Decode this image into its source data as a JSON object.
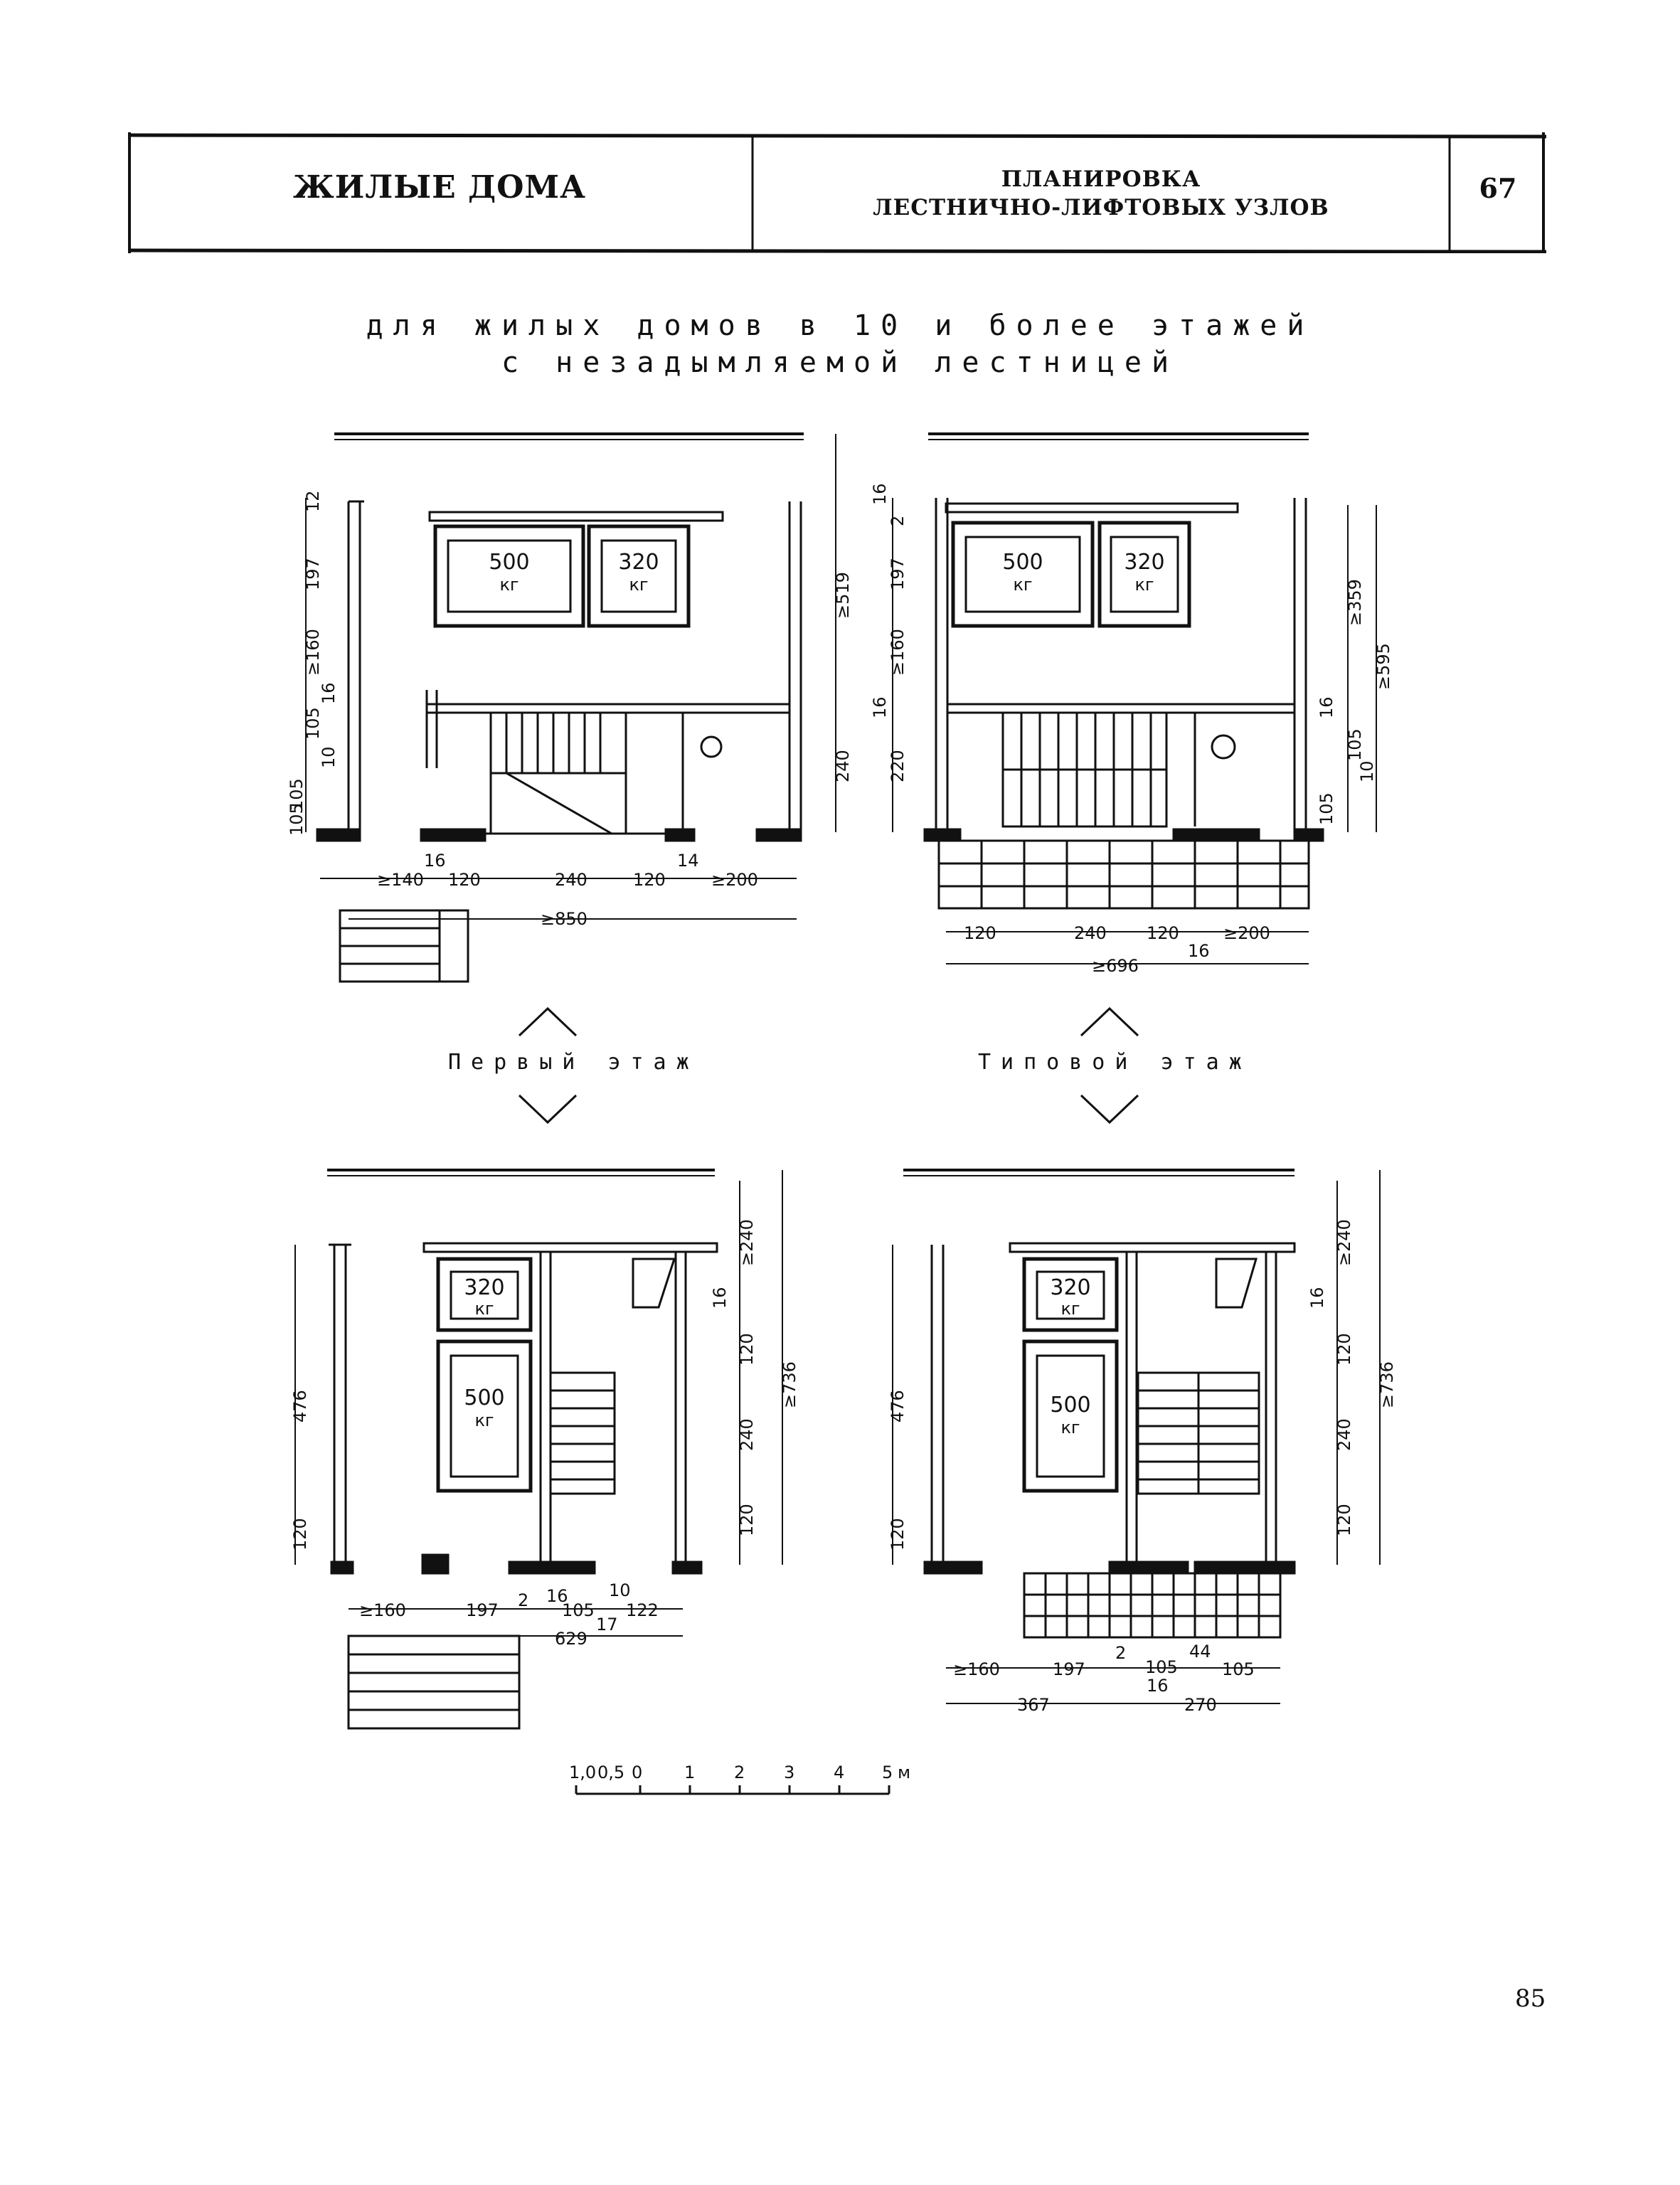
{
  "header": {
    "section": "ЖИЛЫЕ ДОМА",
    "title_line1": "ПЛАНИРОВКА",
    "title_line2": "ЛЕСТНИЧНО-ЛИФТОВЫХ УЗЛОВ",
    "table_number": "67"
  },
  "subtitle": {
    "line1": "для жилых домов в 10 и более этажей",
    "line2": "с незадымляемой лестницей"
  },
  "labels": {
    "first_floor": "Первый этаж",
    "typical_floor": "Типовой этаж"
  },
  "lifts": {
    "big": "500",
    "small": "320",
    "unit": "кг"
  },
  "plan_a": {
    "dims_bottom_1": [
      "≥140",
      "120",
      "240",
      "120",
      "≥200"
    ],
    "dims_bottom_small": [
      "16",
      "14"
    ],
    "dims_bottom_total": "≥850",
    "dims_left": [
      "12",
      "197",
      "≥160",
      "16",
      "105",
      "105",
      "10",
      "105"
    ],
    "dims_right": [
      "≥519",
      "240"
    ]
  },
  "plan_b": {
    "dims_bottom_1": [
      "120",
      "240",
      "120",
      "≥200"
    ],
    "dims_bottom_small": "16",
    "dims_bottom_total": "≥696",
    "dims_left": [
      "16",
      "2",
      "197",
      "≥160",
      "16",
      "220"
    ],
    "dims_right": [
      "≥359",
      "≥595",
      "16",
      "105",
      "105",
      "10"
    ]
  },
  "plan_c": {
    "dims_left": [
      "476",
      "120"
    ],
    "dims_right": [
      "≥240",
      "16",
      "120",
      "240",
      "120",
      "≥736"
    ],
    "dims_bottom_1": [
      "≥160",
      "197",
      "2",
      "16",
      "105",
      "122"
    ],
    "dims_bottom_small": [
      "10",
      "17"
    ],
    "dims_bottom_total": "629"
  },
  "plan_d": {
    "dims_left": [
      "476",
      "120"
    ],
    "dims_right": [
      "≥240",
      "16",
      "120",
      "240",
      "120",
      "≥736"
    ],
    "dims_bottom_1": [
      "≥160",
      "197",
      "2",
      "105",
      "44",
      "105"
    ],
    "dims_bottom_small": "16",
    "dims_bottom_total": [
      "367",
      "270"
    ]
  },
  "scale": {
    "ticks": [
      "1,0",
      "0,5",
      "0",
      "1",
      "2",
      "3",
      "4",
      "5"
    ],
    "unit": "м"
  },
  "page_number": "85"
}
